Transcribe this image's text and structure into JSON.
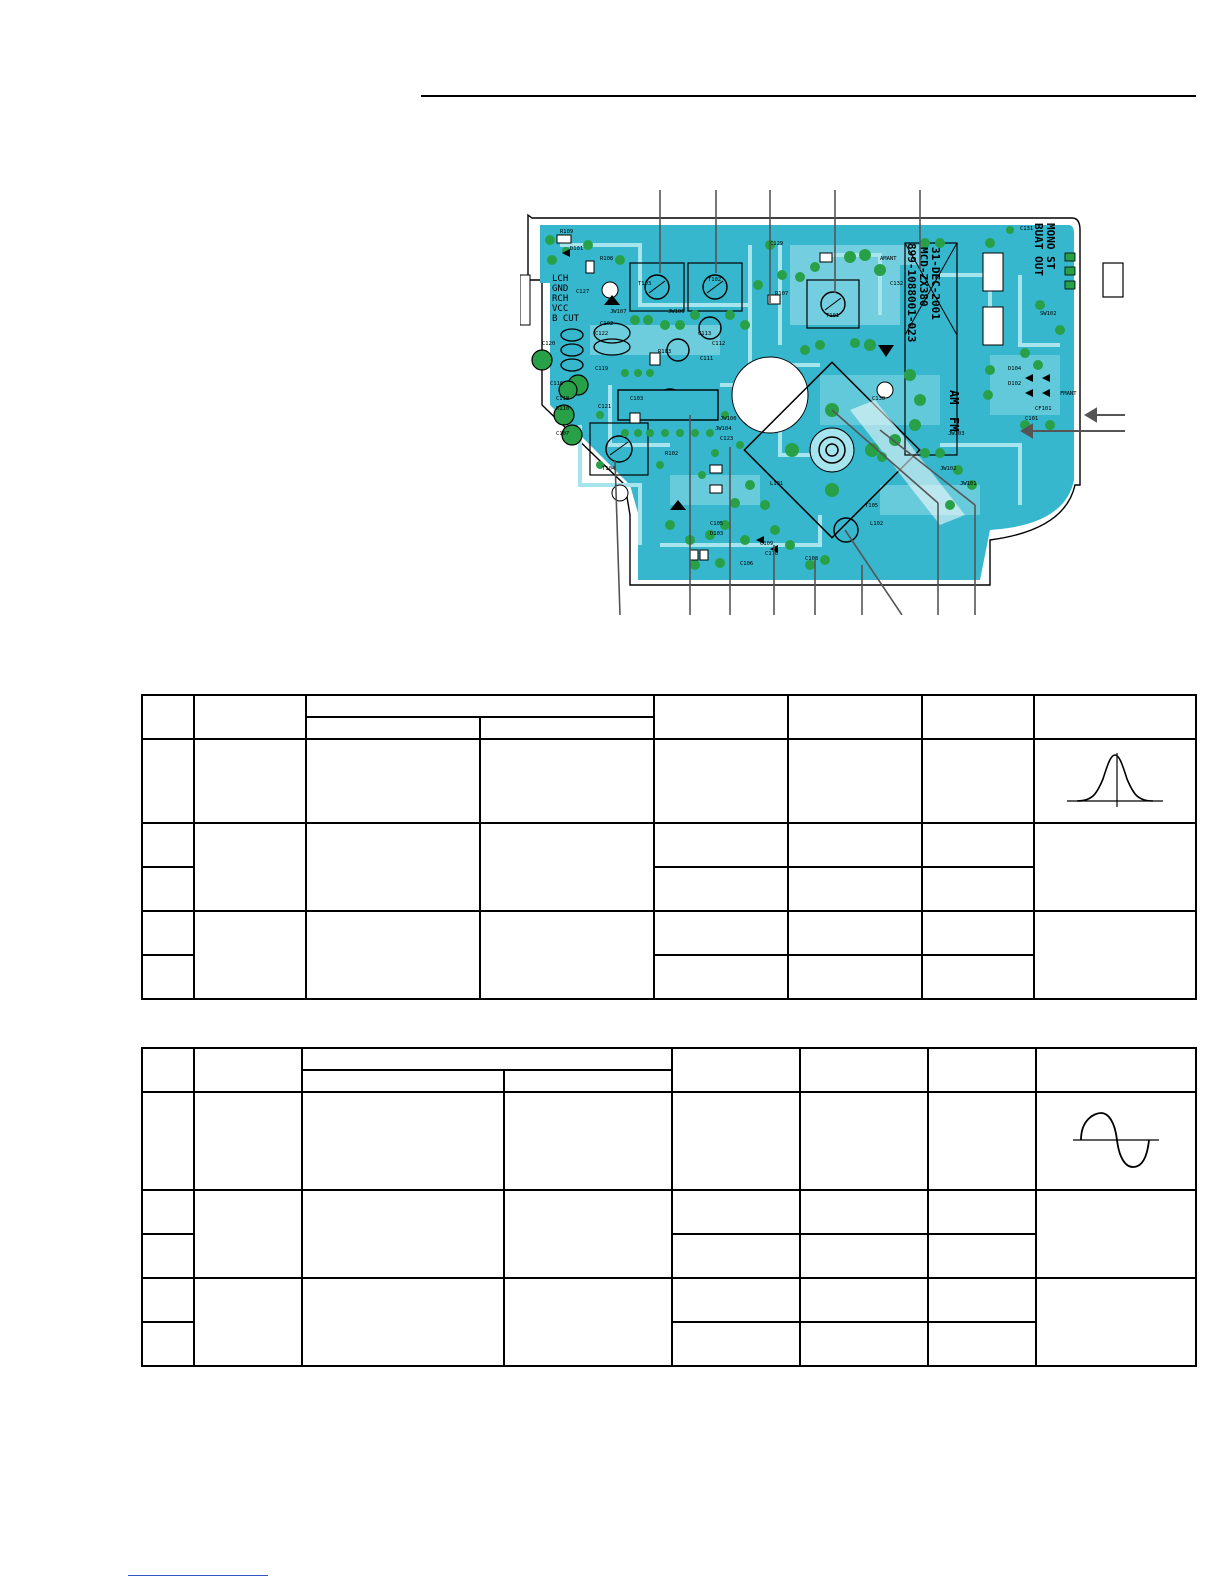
{
  "pcb": {
    "board_number": "899-1088001-023",
    "model": "MCD-ZX380",
    "date": "31-DEC-2001",
    "labels": {
      "bout_out": "BUAT OUT",
      "mono_st": "MONO ST",
      "am": "AM",
      "fm": "FM",
      "lch": "LCH",
      "gnd": "GND",
      "rch": "RCH",
      "vcc": "VCC",
      "bcut": "B CUT"
    },
    "components": [
      "R109",
      "R108",
      "D101",
      "C127",
      "JW107",
      "C102",
      "JW106",
      "C122",
      "C120",
      "C119",
      "C116",
      "C118",
      "C103",
      "R110",
      "C121",
      "R103",
      "R102",
      "C107",
      "T103",
      "T102",
      "T101",
      "T104",
      "C129",
      "R107",
      "C112",
      "C113",
      "C108",
      "C105",
      "C106",
      "C109",
      "C110",
      "C123",
      "JW104",
      "JW100",
      "D103",
      "C132",
      "JW101",
      "C101",
      "D102",
      "FMANT",
      "AMANT",
      "SW102",
      "CF101",
      "C130",
      "C131",
      "D104",
      "JW103",
      "L101",
      "L102",
      "JW102",
      "C111",
      "T105"
    ],
    "colors": {
      "board": "#36b7cd",
      "trace": "#a6e4ee",
      "pad": "#27a048",
      "ink": "#000000"
    }
  },
  "tables": [
    {
      "rows": 5,
      "wave": "bell-curve"
    },
    {
      "rows": 5,
      "wave": "sine"
    }
  ]
}
